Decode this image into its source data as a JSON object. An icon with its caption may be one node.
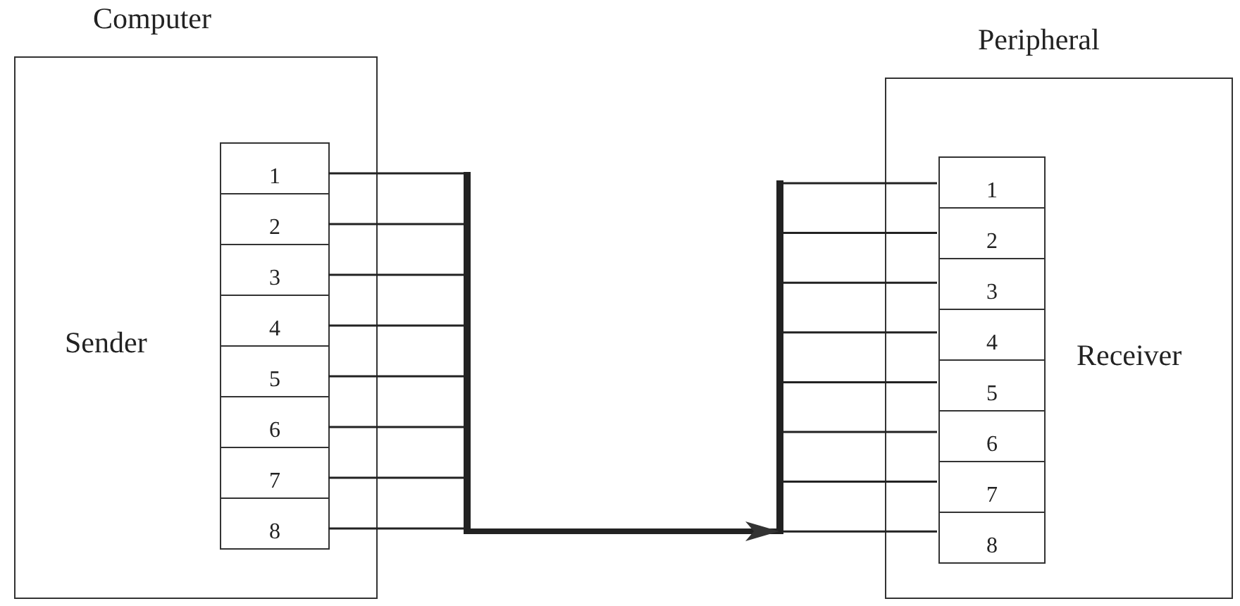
{
  "diagram": {
    "nodes": [
      {
        "text": [
          "Computer",
          "Sender"
        ]
      },
      {
        "text": [
          "1"
        ],
        "in": 0
      },
      {
        "text": [
          "2"
        ],
        "in": 0
      },
      {
        "text": [
          "3"
        ],
        "in": 0
      },
      {
        "text": [
          "4"
        ],
        "in": 0
      },
      {
        "text": [
          "5"
        ],
        "in": 0
      },
      {
        "text": [
          "6"
        ],
        "in": 0
      },
      {
        "text": [
          "7"
        ],
        "in": 0
      },
      {
        "text": [
          "8"
        ],
        "in": 0
      },
      {
        "text": [],
        "shape": "bar"
      },
      {
        "text": [],
        "shape": "bar"
      },
      {
        "text": [
          "Peripheral",
          "Receiver"
        ]
      },
      {
        "text": [
          "1"
        ],
        "in": 11
      },
      {
        "text": [
          "2"
        ],
        "in": 11
      },
      {
        "text": [
          "3"
        ],
        "in": 11
      },
      {
        "text": [
          "4"
        ],
        "in": 11
      },
      {
        "text": [
          "5"
        ],
        "in": 11
      },
      {
        "text": [
          "6"
        ],
        "in": 11
      },
      {
        "text": [
          "7"
        ],
        "in": 11
      },
      {
        "text": [
          "8"
        ],
        "in": 11
      }
    ],
    "edges": [
      {
        "from": 1,
        "to": 9,
        "arrow": "none"
      },
      {
        "from": 2,
        "to": 9,
        "arrow": "none"
      },
      {
        "from": 3,
        "to": 9,
        "arrow": "none"
      },
      {
        "from": 4,
        "to": 9,
        "arrow": "none"
      },
      {
        "from": 5,
        "to": 9,
        "arrow": "none"
      },
      {
        "from": 6,
        "to": 9,
        "arrow": "none"
      },
      {
        "from": 7,
        "to": 9,
        "arrow": "none"
      },
      {
        "from": 8,
        "to": 9,
        "arrow": "none"
      },
      {
        "from": 9,
        "to": 10,
        "arrow": "to",
        "style": "thick"
      },
      {
        "from": 10,
        "to": 12,
        "arrow": "none"
      },
      {
        "from": 10,
        "to": 13,
        "arrow": "none"
      },
      {
        "from": 10,
        "to": 14,
        "arrow": "none"
      },
      {
        "from": 10,
        "to": 15,
        "arrow": "none"
      },
      {
        "from": 10,
        "to": 16,
        "arrow": "none"
      },
      {
        "from": 10,
        "to": 17,
        "arrow": "none"
      },
      {
        "from": 10,
        "to": 18,
        "arrow": "none"
      },
      {
        "from": 10,
        "to": 19,
        "arrow": "none"
      }
    ]
  }
}
